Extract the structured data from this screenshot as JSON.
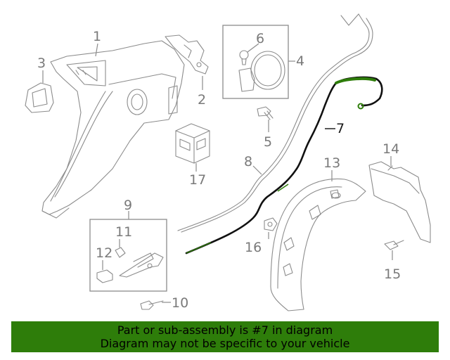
{
  "callouts": {
    "c1": "1",
    "c2": "2",
    "c3": "3",
    "c4": "4",
    "c5": "5",
    "c6": "6",
    "c7": "7",
    "c8": "8",
    "c9": "9",
    "c10": "10",
    "c11": "11",
    "c12": "12",
    "c13": "13",
    "c14": "14",
    "c15": "15",
    "c16": "16",
    "c17": "17"
  },
  "highlight": {
    "part_number": "7",
    "color": "#2e7d0a"
  },
  "banner": {
    "line1": "Part or sub-assembly is #7 in diagram",
    "line2": "Diagram may not be specific to your vehicle",
    "background": "#2e7d0a"
  }
}
